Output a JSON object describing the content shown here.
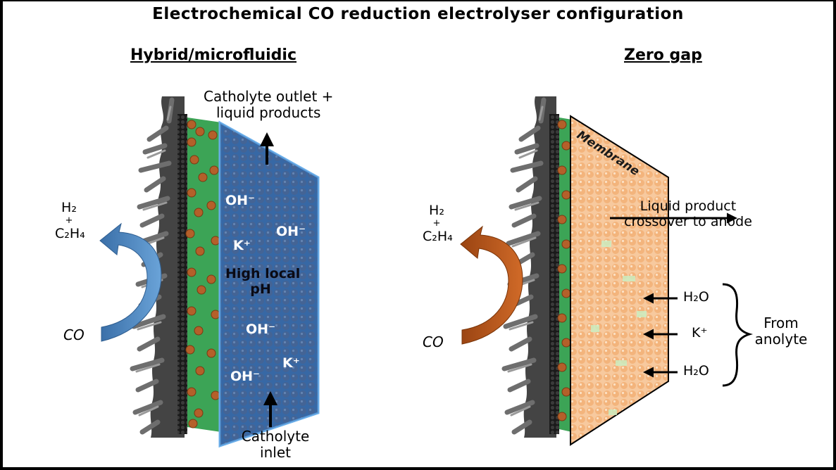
{
  "title": "Electrochemical CO reduction electrolyser configuration",
  "left_panel": {
    "heading": "Hybrid/microfluidic",
    "products_h2": "H₂",
    "products_plus": "+",
    "products_c2h4": "C₂H₄",
    "feed": "CO",
    "outlet_line1": "Catholyte outlet +",
    "outlet_line2": "liquid products",
    "inlet_line1": "Catholyte",
    "inlet_line2": "inlet",
    "ions": [
      "OH⁻",
      "OH⁻",
      "K⁺",
      "OH⁻",
      "K⁺",
      "OH⁻"
    ],
    "ph_line1": "High local",
    "ph_line2": "pH",
    "arrow_color": "#4a86c0",
    "catholyte_color": "#3f6fa8"
  },
  "right_panel": {
    "heading": "Zero gap",
    "membrane_label": "Membrane",
    "products_h2": "H₂",
    "products_plus": "+",
    "products_c2h4": "C₂H₄",
    "feed": "CO",
    "crossover_line1": "Liquid product",
    "crossover_line2": "crossover to anode",
    "species": [
      "H₂O",
      "K⁺",
      "H₂O"
    ],
    "anolyte_line1": "From",
    "anolyte_line2": "anolyte",
    "arrow_color": "#b5541a",
    "membrane_color": "#f6c79a"
  },
  "electrode_colors": {
    "fibers": "#5a5a5a",
    "catalyst": "#b8642a",
    "ionomer": "#3fae5a"
  }
}
